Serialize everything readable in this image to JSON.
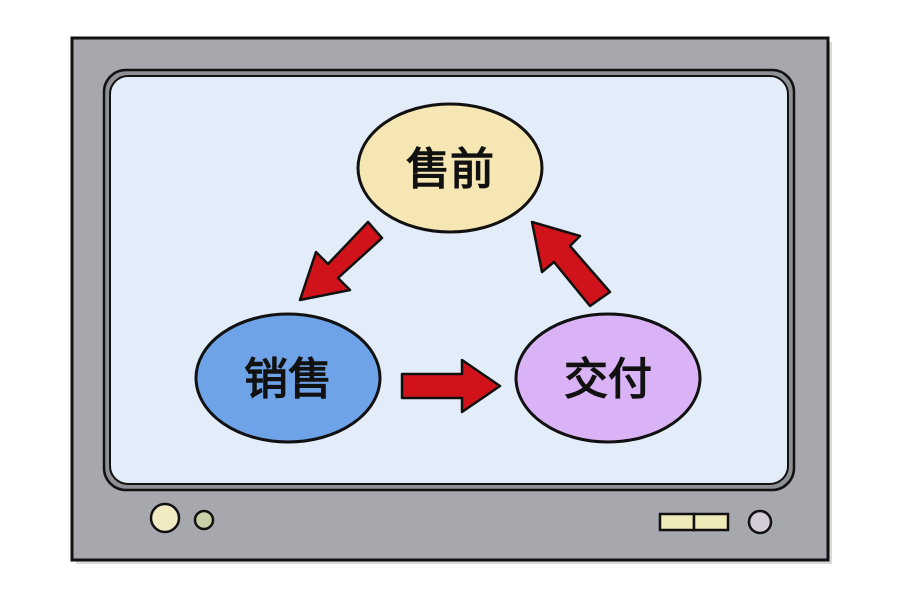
{
  "diagram": {
    "nodes": [
      {
        "id": "presales",
        "label": "售前",
        "color": "#f6e6b4"
      },
      {
        "id": "sales",
        "label": "销售",
        "color": "#6fa3e8"
      },
      {
        "id": "delivery",
        "label": "交付",
        "color": "#d9b3f5"
      }
    ],
    "edges": [
      {
        "from": "presales",
        "to": "sales"
      },
      {
        "from": "sales",
        "to": "delivery"
      },
      {
        "from": "delivery",
        "to": "presales"
      }
    ]
  },
  "colors": {
    "monitor_frame": "#a7a8ad",
    "screen": "#e3edf9",
    "outline": "#111111",
    "arrow": "#d0131a",
    "knob_large": "#f1ebc4",
    "knob_small": "#c9d1a7",
    "vent": "#f0e9b8",
    "knob_right": "#d4cdd7"
  }
}
